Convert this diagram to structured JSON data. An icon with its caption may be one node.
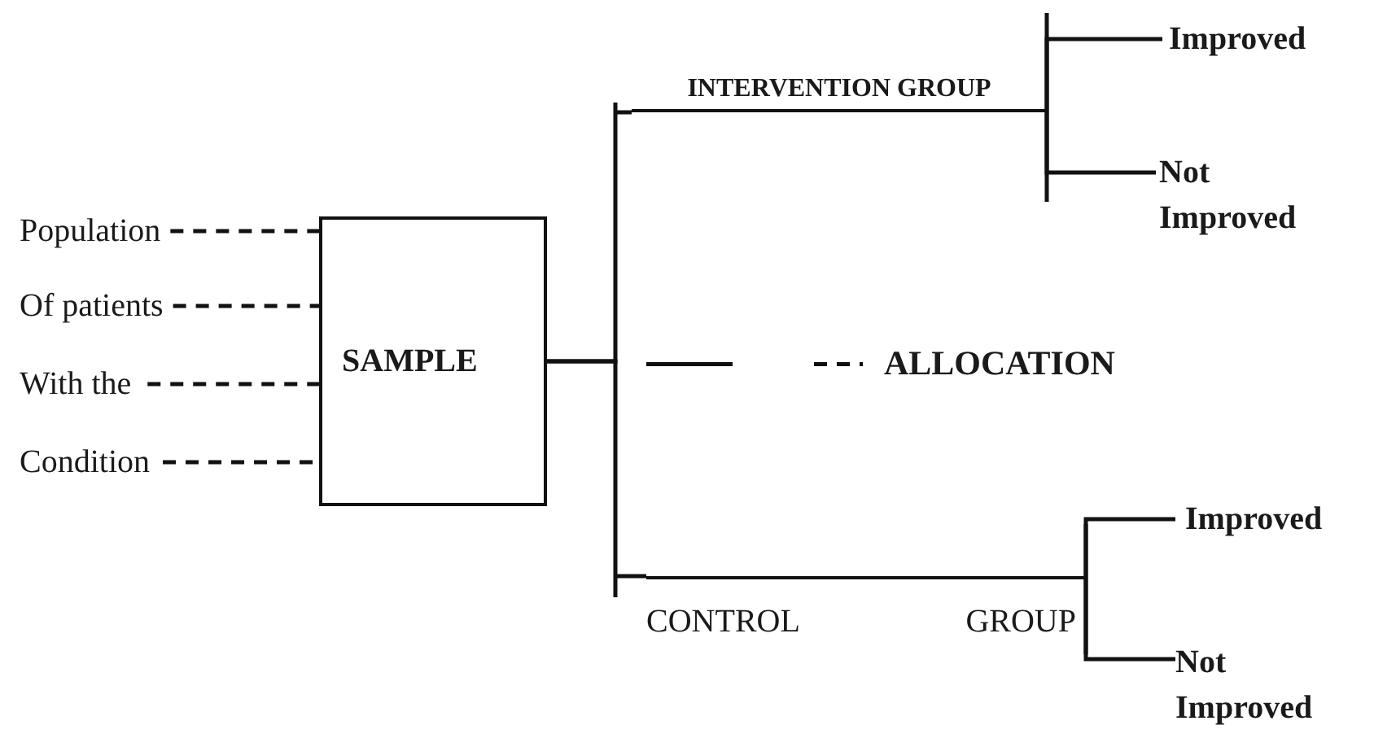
{
  "diagram": {
    "nodes": [
      {
        "text": [
          "Population"
        ]
      },
      {
        "text": [
          "Of patients"
        ]
      },
      {
        "text": [
          "With the"
        ]
      },
      {
        "text": [
          "Condition"
        ]
      },
      {
        "text": [
          "SAMPLE"
        ]
      },
      {
        "text": [
          "INTERVENTION GROUP"
        ]
      },
      {
        "text": [
          "Improved"
        ]
      },
      {
        "text": [
          "Not Improved"
        ]
      },
      {
        "text": [
          "ALLOCATION"
        ]
      },
      {
        "text": [
          "CONTROL",
          "GROUP"
        ]
      },
      {
        "text": [
          "Improved"
        ]
      },
      {
        "text": [
          "Not Improved"
        ]
      }
    ],
    "edges": [
      {
        "from": 0,
        "to": 4,
        "arrow": "none",
        "style": "dashed"
      },
      {
        "from": 1,
        "to": 4,
        "arrow": "none",
        "style": "dashed"
      },
      {
        "from": 2,
        "to": 4,
        "arrow": "none",
        "style": "dashed"
      },
      {
        "from": 3,
        "to": 4,
        "arrow": "none",
        "style": "dashed"
      },
      {
        "from": 4,
        "to": 5,
        "arrow": "none"
      },
      {
        "from": 4,
        "to": 9,
        "arrow": "none"
      },
      {
        "from": null,
        "to": 8,
        "arrow": "none",
        "style": "dashed"
      },
      {
        "from": 5,
        "to": 6,
        "arrow": "none"
      },
      {
        "from": 5,
        "to": 7,
        "arrow": "none"
      },
      {
        "from": 9,
        "to": 10,
        "arrow": "none"
      },
      {
        "from": 9,
        "to": 11,
        "arrow": "none"
      }
    ]
  }
}
